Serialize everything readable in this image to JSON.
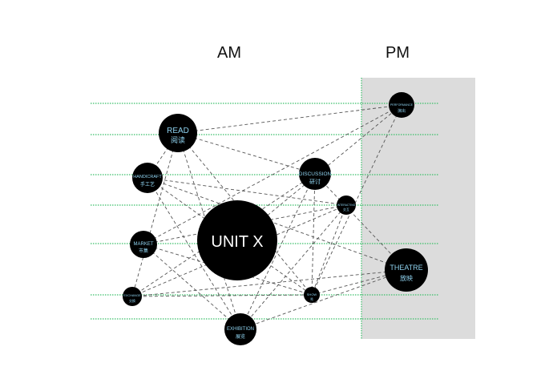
{
  "headers": {
    "am": "AM",
    "pm": "PM"
  },
  "colors": {
    "pm_zone": "#dcdcdc",
    "gridline": "#3bbf6a",
    "node_fill": "#000000",
    "node_label": "#8fd3f0",
    "center_label": "#ffffff",
    "connector": "#555555"
  },
  "nodes": {
    "read": {
      "en": "READ",
      "zh": "阅读"
    },
    "handicraft": {
      "en": "HANDICRAFT",
      "zh": "手工艺"
    },
    "market": {
      "en": "MARKET",
      "zh": "市集"
    },
    "exchange": {
      "en": "EXCHANGE",
      "zh": "交换"
    },
    "exhibition": {
      "en": "EXHIBITION",
      "zh": "展览"
    },
    "unitx": {
      "en": "UNIT X"
    },
    "discussion": {
      "en": "DISCUSSION",
      "zh": "研讨"
    },
    "interacting": {
      "en": "INTERACTING",
      "zh": "交互"
    },
    "show": {
      "en": "SHOW",
      "zh": "秀"
    },
    "performance": {
      "en": "PERFORMANCE",
      "zh": "演出"
    },
    "theatre": {
      "en": "THEATRE",
      "zh": "放映"
    }
  }
}
